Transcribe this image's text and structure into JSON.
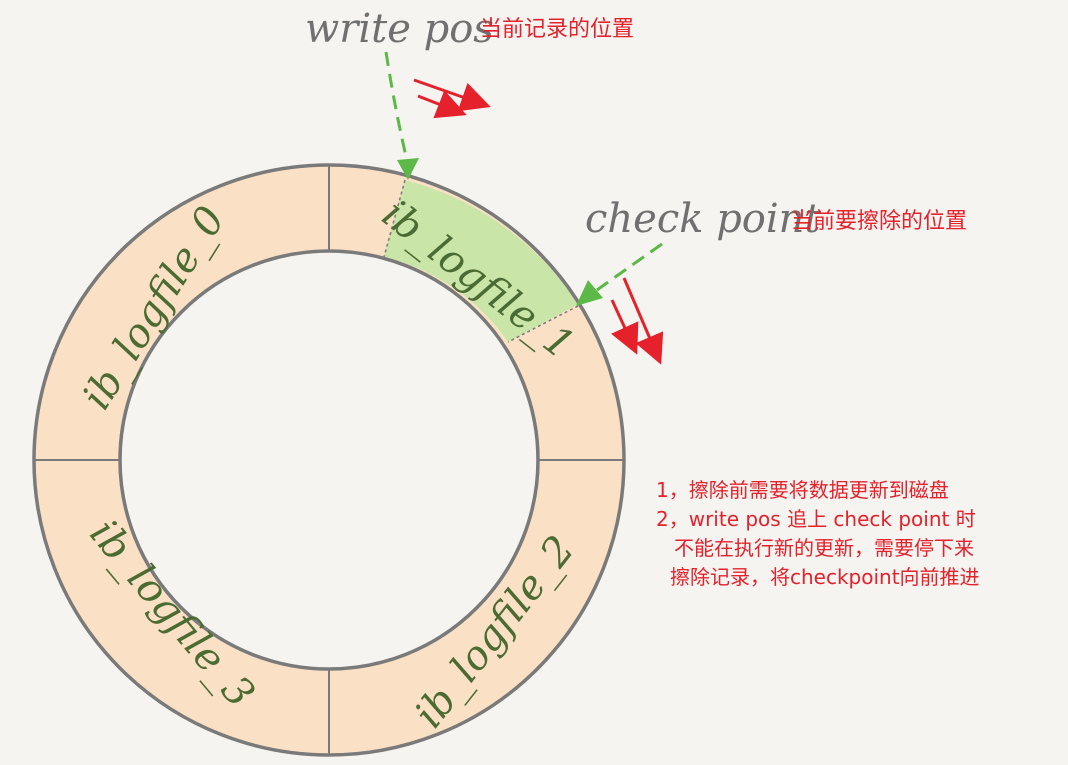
{
  "labels": {
    "write_pos": "write pos",
    "write_pos_desc": "当前记录的位置",
    "check_point": "check point",
    "check_point_desc": "当前要擦除的位置"
  },
  "segments": {
    "file0": "ib_logfile_0",
    "file1": "ib_logfile_1",
    "file2": "ib_logfile_2",
    "file3": "ib_logfile_3"
  },
  "notes": {
    "line1": "1，擦除前需要将数据更新到磁盘",
    "line2": "2，write pos 追上 check point 时",
    "line3": "不能在执行新的更新，需要停下来",
    "line4": "擦除记录，将checkpoint向前推进"
  },
  "colors": {
    "background": "#f5f4f0",
    "ring_fill": "#fae0c4",
    "active_fill": "#c9e5a8",
    "outline": "#7a7a7a",
    "handwriting": "#4a6b33",
    "label_gray": "#707070",
    "pointer_green": "#5cb947",
    "arrow_red": "#e5212b"
  }
}
